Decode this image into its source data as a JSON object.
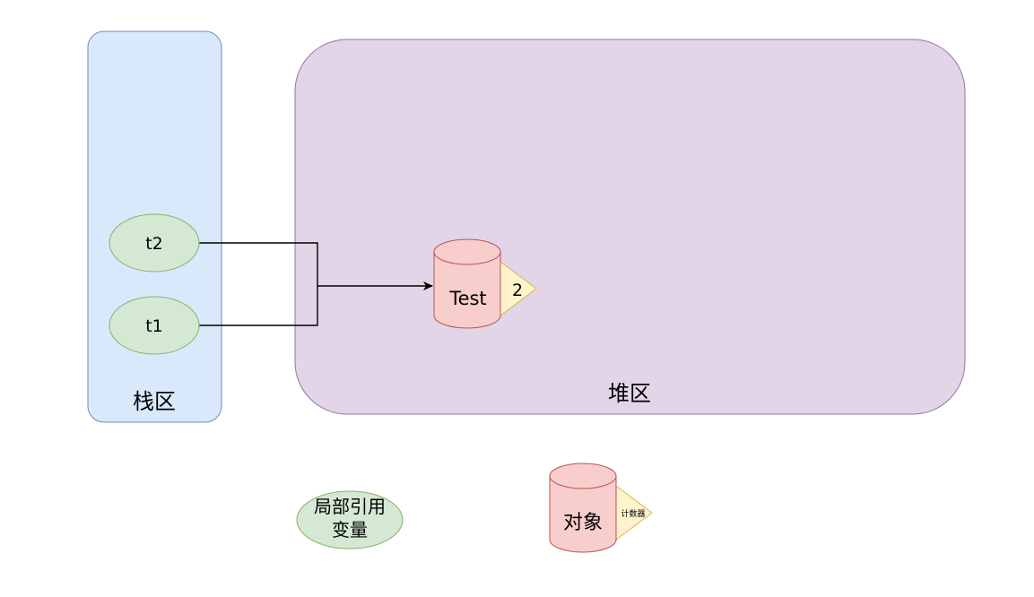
{
  "stack_region": {
    "label": "栈区",
    "fill": "#dae8fc",
    "stroke": "#6c8ebf"
  },
  "heap_region": {
    "label": "堆区",
    "fill": "#e1d5e7",
    "stroke": "#9673a6"
  },
  "references": [
    {
      "id": "t2",
      "label": "t2"
    },
    {
      "id": "t1",
      "label": "t1"
    }
  ],
  "reference_style": {
    "fill": "#d5e8d4",
    "stroke": "#82b366"
  },
  "object": {
    "label": "Test",
    "counter": "2",
    "fill": "#f8cecc",
    "stroke": "#b85450",
    "counter_fill": "#fff2cc",
    "counter_stroke": "#d6b656"
  },
  "legend": {
    "reference_label_line1": "局部引用",
    "reference_label_line2": "变量",
    "object_label": "对象",
    "counter_label": "计数器"
  }
}
